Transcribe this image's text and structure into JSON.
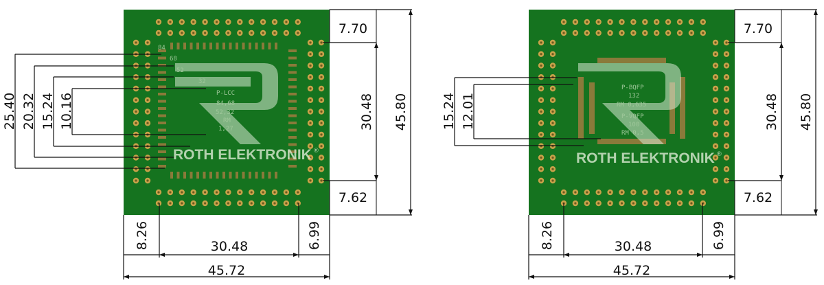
{
  "boards": [
    {
      "id": "left",
      "brand": "ROTH ELEKTRONIK",
      "registered": "®",
      "silkscreen": [
        "84",
        "68",
        "52",
        "32",
        "P-LCC",
        "84,68",
        "52,32",
        "RM",
        "1,27"
      ],
      "dims_right": {
        "top": "7.70",
        "middle": "30.48",
        "bottom": "7.62",
        "total": "45.80"
      },
      "dims_bottom": {
        "left": "8.26",
        "middle": "30.48",
        "right": "6.99",
        "total": "45.72"
      },
      "dims_left": [
        "25.40",
        "20.32",
        "15.24",
        "10.16"
      ]
    },
    {
      "id": "right",
      "brand": "ROTH ELEKTRONIK",
      "registered": "®",
      "silkscreen": [
        "P-BQFP",
        "132",
        "RM 0,635",
        "P-VQFP",
        "100",
        "RM 0,5"
      ],
      "dims_right": {
        "top": "7.70",
        "middle": "30.48",
        "bottom": "7.62",
        "total": "45.80"
      },
      "dims_bottom": {
        "left": "8.26",
        "middle": "30.48",
        "right": "6.99",
        "total": "45.72"
      },
      "dims_left": [
        "15.24",
        "12.01"
      ]
    }
  ],
  "colors": {
    "board": "#15731f",
    "pad": "#c9a24a",
    "padhole": "#6b5a1e",
    "line": "#111111"
  }
}
